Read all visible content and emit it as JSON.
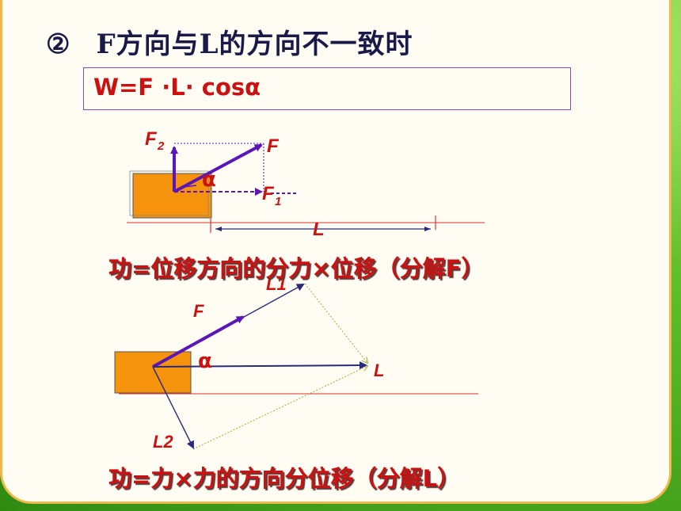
{
  "title": {
    "number": "②",
    "text": "F方向与L的方向不一致时"
  },
  "formula": "W=F ·L· cosα",
  "diagram1": {
    "labels": {
      "f2": "F",
      "f2_sub": "2",
      "f": "F",
      "alpha": "α",
      "f1": "F",
      "f1_sub": "1",
      "l": "L"
    }
  },
  "caption1": "功=位移方向的分力×位移（分解F）",
  "diagram2": {
    "labels": {
      "f": "F",
      "l1": "L1",
      "alpha": "α",
      "l": "L",
      "l2": "L2"
    }
  },
  "caption2": "功=力×力的方向分位移（分解L）",
  "colors": {
    "force_purple": "#5a16b8",
    "block_orange": "#f5930c",
    "label_red": "#cc1111",
    "ground_red": "#e03030",
    "dotted_olive": "#a8a838"
  }
}
